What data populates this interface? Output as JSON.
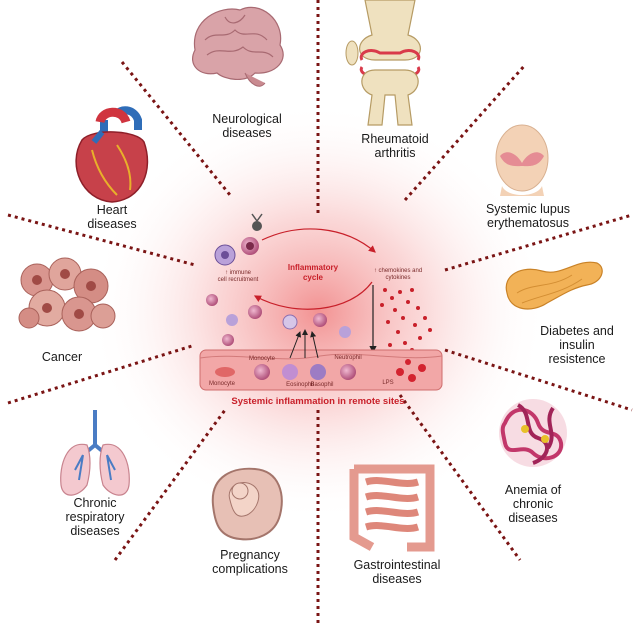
{
  "diseases": [
    {
      "id": "neurological",
      "label": "Neurological\ndiseases",
      "icon": "brain-icon"
    },
    {
      "id": "rheumatoid",
      "label": "Rheumatoid\narthritis",
      "icon": "knee-joint-icon"
    },
    {
      "id": "lupus",
      "label": "Systemic lupus\nerythematosus",
      "icon": "lupus-face-icon"
    },
    {
      "id": "diabetes",
      "label": "Diabetes and\ninsulin\nresistence",
      "icon": "pancreas-icon"
    },
    {
      "id": "anemia",
      "label": "Anemia of\nchronic\ndiseases",
      "icon": "hemoglobin-icon"
    },
    {
      "id": "gastro",
      "label": "Gastrointestinal\ndiseases",
      "icon": "intestine-icon"
    },
    {
      "id": "pregnancy",
      "label": "Pregnancy\ncomplications",
      "icon": "uterus-fetus-icon"
    },
    {
      "id": "respiratory",
      "label": "Chronic\nrespiratory\ndiseases",
      "icon": "lungs-icon"
    },
    {
      "id": "cancer",
      "label": "Cancer",
      "icon": "tumor-cells-icon"
    },
    {
      "id": "heart",
      "label": "Heart\ndiseases",
      "icon": "heart-icon"
    }
  ],
  "center": {
    "cycle_label": "Inflammatory\ncycle",
    "immune_note": "↑ immune\ncell recruitment",
    "chemokine_note": "↑ chemokines and\ncytokines",
    "title": "Systemic inflammation in remote sites",
    "cell_labels": {
      "monocyte_left": "Monocyte",
      "monocyte": "Monocyte",
      "eosinophil": "Eosinophil",
      "basophil": "Basophil",
      "neutrophil": "Neutrophil",
      "lps": "LPS"
    }
  },
  "colors": {
    "glow": "#f5a3a3",
    "spoke": "#7a1414",
    "accent": "#c8202a"
  }
}
